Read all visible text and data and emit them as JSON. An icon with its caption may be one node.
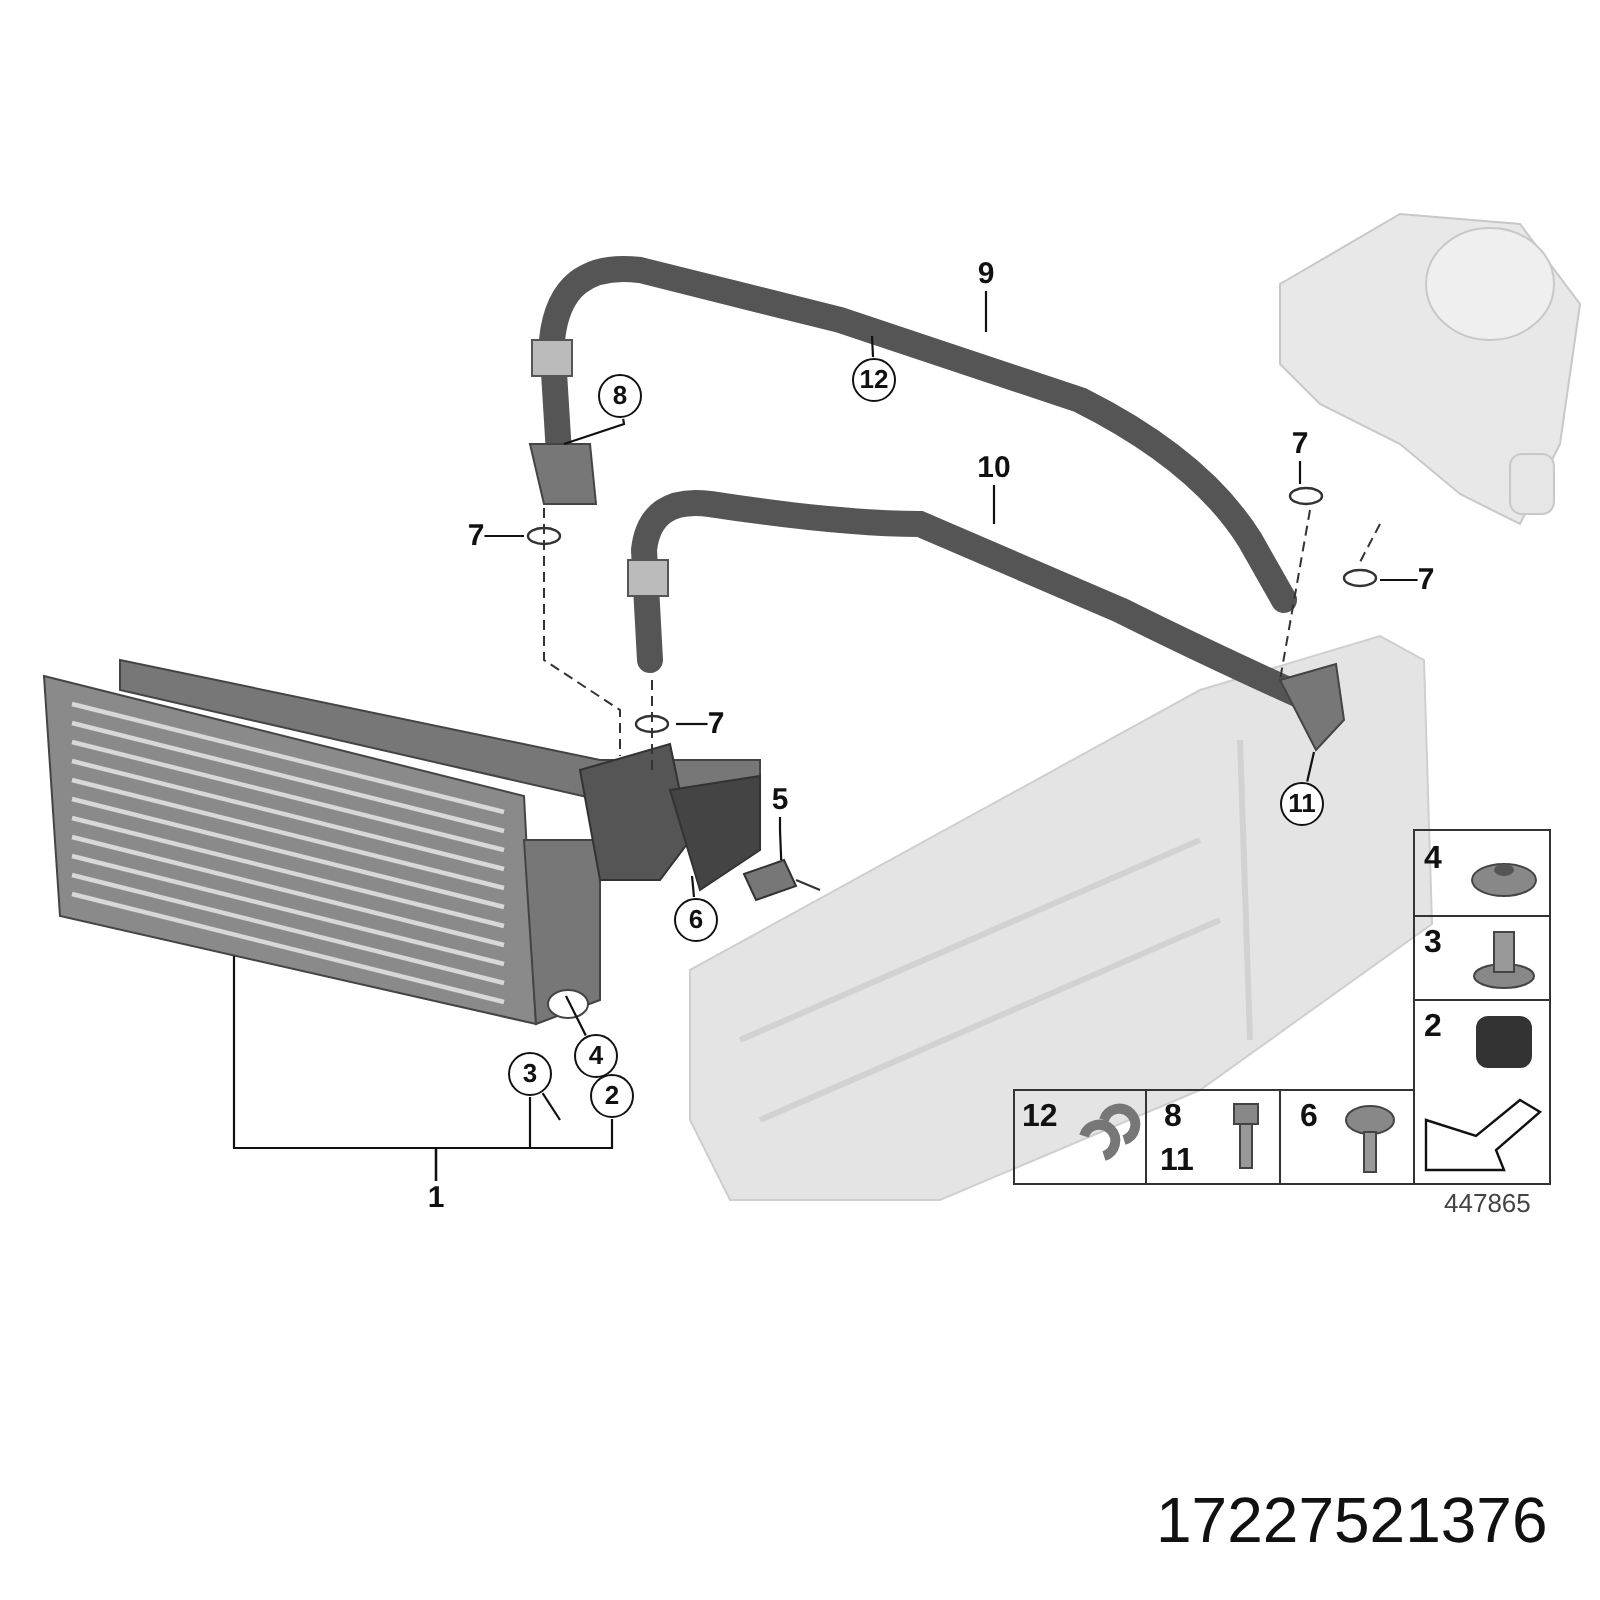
{
  "diagram": {
    "nodes": [
      {
        "text": [
          "1"
        ]
      },
      {
        "text": [
          "2"
        ]
      },
      {
        "text": [
          "3"
        ]
      },
      {
        "text": [
          "4"
        ]
      },
      {
        "text": [
          "5"
        ]
      },
      {
        "text": [
          "6"
        ]
      },
      {
        "text": [
          "7"
        ]
      },
      {
        "text": [
          "7"
        ]
      },
      {
        "text": [
          "7"
        ]
      },
      {
        "text": [
          "7"
        ]
      },
      {
        "text": [
          "8"
        ]
      },
      {
        "text": [
          "9"
        ]
      },
      {
        "text": [
          "10"
        ]
      },
      {
        "text": [
          "11"
        ]
      },
      {
        "text": [
          "12"
        ]
      },
      {
        "text": [],
        "shape": "picture"
      }
    ],
    "edges": [
      {
        "from": 0,
        "to": null,
        "arrow": "none"
      },
      {
        "from": 0,
        "to": 2,
        "arrow": "none"
      },
      {
        "from": 0,
        "to": 1,
        "arrow": "none"
      },
      {
        "from": 2,
        "to": null,
        "arrow": "none"
      },
      {
        "from": 3,
        "to": null,
        "arrow": "none"
      },
      {
        "from": 4,
        "to": 15,
        "arrow": "none"
      },
      {
        "from": 5,
        "to": null,
        "arrow": "none"
      },
      {
        "from": 6,
        "to": null,
        "arrow": "none"
      },
      {
        "from": 7,
        "to": null,
        "arrow": "none"
      },
      {
        "from": 8,
        "to": null,
        "arrow": "none"
      },
      {
        "from": 9,
        "to": null,
        "arrow": "none"
      },
      {
        "from": 10,
        "to": null,
        "arrow": "none"
      },
      {
        "from": 11,
        "to": null,
        "arrow": "none"
      },
      {
        "from": 12,
        "to": null,
        "arrow": "none"
      },
      {
        "from": 13,
        "to": null,
        "arrow": "none"
      },
      {
        "from": 14,
        "to": null,
        "arrow": "none"
      }
    ],
    "labels": [
      "4",
      "3",
      "2",
      "12",
      "8",
      "11",
      "6",
      "447865",
      "17227521376"
    ]
  }
}
